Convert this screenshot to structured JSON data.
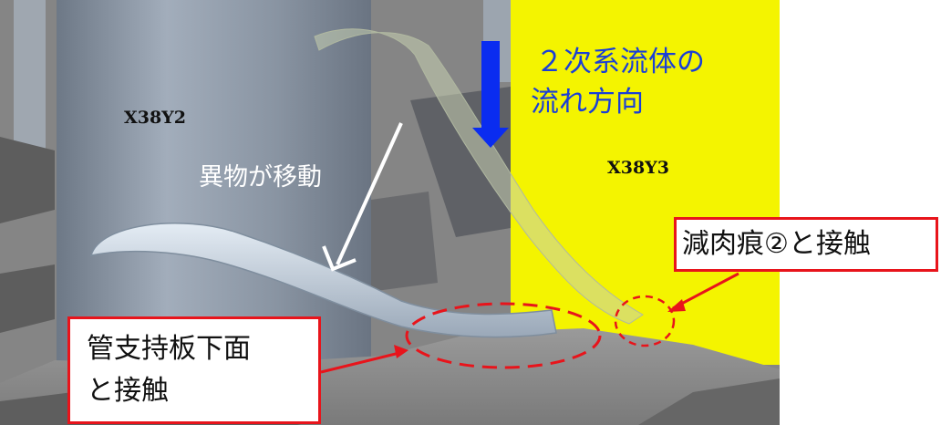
{
  "tube_labels": {
    "left": "X38Y2",
    "right": "X38Y3"
  },
  "flow_direction": {
    "line1": "２次系流体の",
    "line2": "流れ方向",
    "color": "#1a3fd6"
  },
  "foreign_object_label": "異物が移動",
  "callouts": {
    "wear_mark": "減肉痕②と接触",
    "support_plate_line1": "管支持板下面",
    "support_plate_line2": "と接触",
    "color": "#e8141b"
  },
  "colors": {
    "yellow_tube": "#f4f400",
    "grey_tube": "#8b96a4",
    "arrow_blue": "#0a2cf0"
  }
}
